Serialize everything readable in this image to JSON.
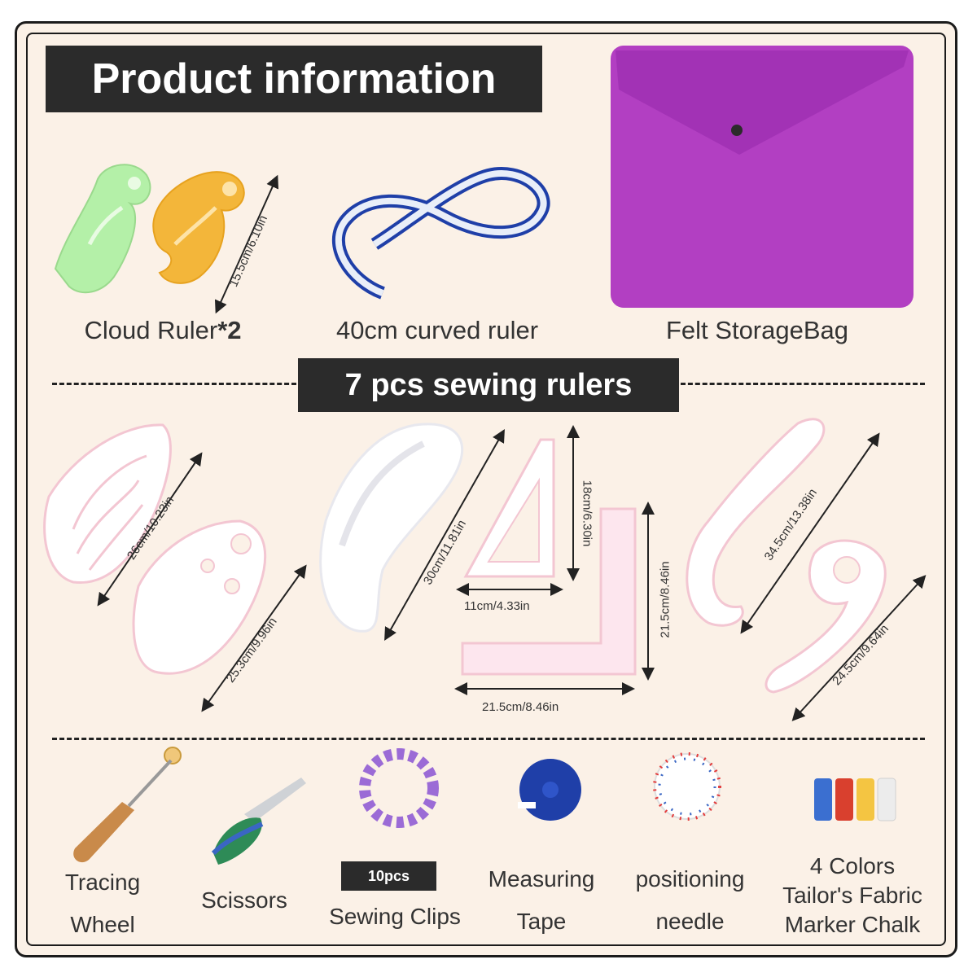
{
  "header": {
    "title": "Product information"
  },
  "top_items": {
    "cloud_ruler": {
      "label": "Cloud Ruler",
      "qty": "*2",
      "dimension": "15.5cm/6.10in"
    },
    "curved_ruler": {
      "label": "40cm curved ruler"
    },
    "storage_bag": {
      "label": "Felt StorageBag",
      "color": "#b23fc2"
    }
  },
  "rulers_section": {
    "title": "7 pcs sewing rulers",
    "dimensions": {
      "d1": "26cm/10.23in",
      "d2": "25.3cm/9.96in",
      "d3": "30cm/11.81in",
      "d4": "18cm/6.30in",
      "d5": "11cm/4.33in",
      "d6": "21.5cm/8.46in",
      "d7": "21.5cm/8.46in",
      "d8": "34.5cm/13.38in",
      "d9": "24.5cm/9.64in"
    }
  },
  "tools": {
    "tracing_wheel": {
      "line1": "Tracing",
      "line2": "Wheel"
    },
    "scissors": {
      "label": "Scissors"
    },
    "sewing_clips": {
      "badge": "10pcs",
      "label": "Sewing Clips"
    },
    "measuring_tape": {
      "line1": "Measuring",
      "line2": "Tape"
    },
    "positioning_needle": {
      "line1": "positioning",
      "line2": "needle"
    },
    "chalk": {
      "line1": "4 Colors",
      "line2": "Tailor's Fabric",
      "line3": "Marker Chalk"
    }
  },
  "colors": {
    "dark": "#2b2b2b",
    "background": "#fbf1e7",
    "bag": "#b23fc2",
    "accent_blue": "#1f3fa8"
  }
}
